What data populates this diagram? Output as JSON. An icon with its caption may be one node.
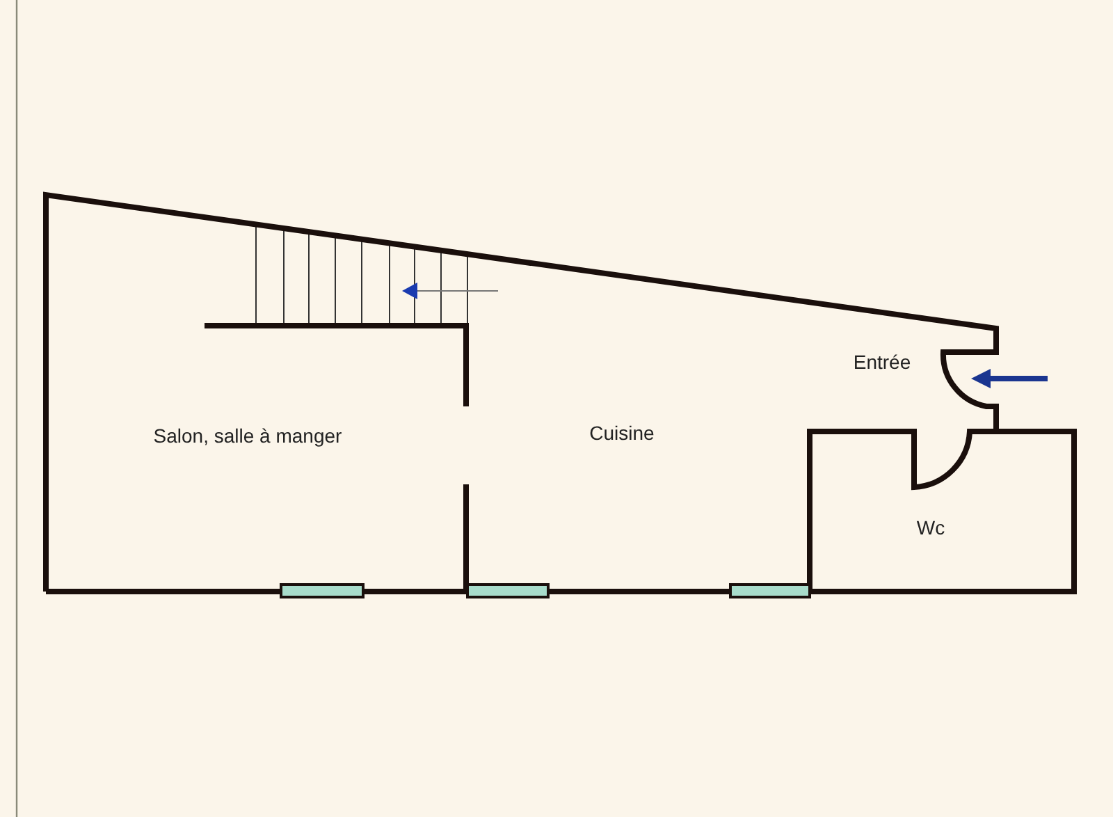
{
  "diagram": {
    "labels": [
      "Entrée",
      "Salon, salle à manger",
      "Cuisine",
      "Wc"
    ]
  }
}
